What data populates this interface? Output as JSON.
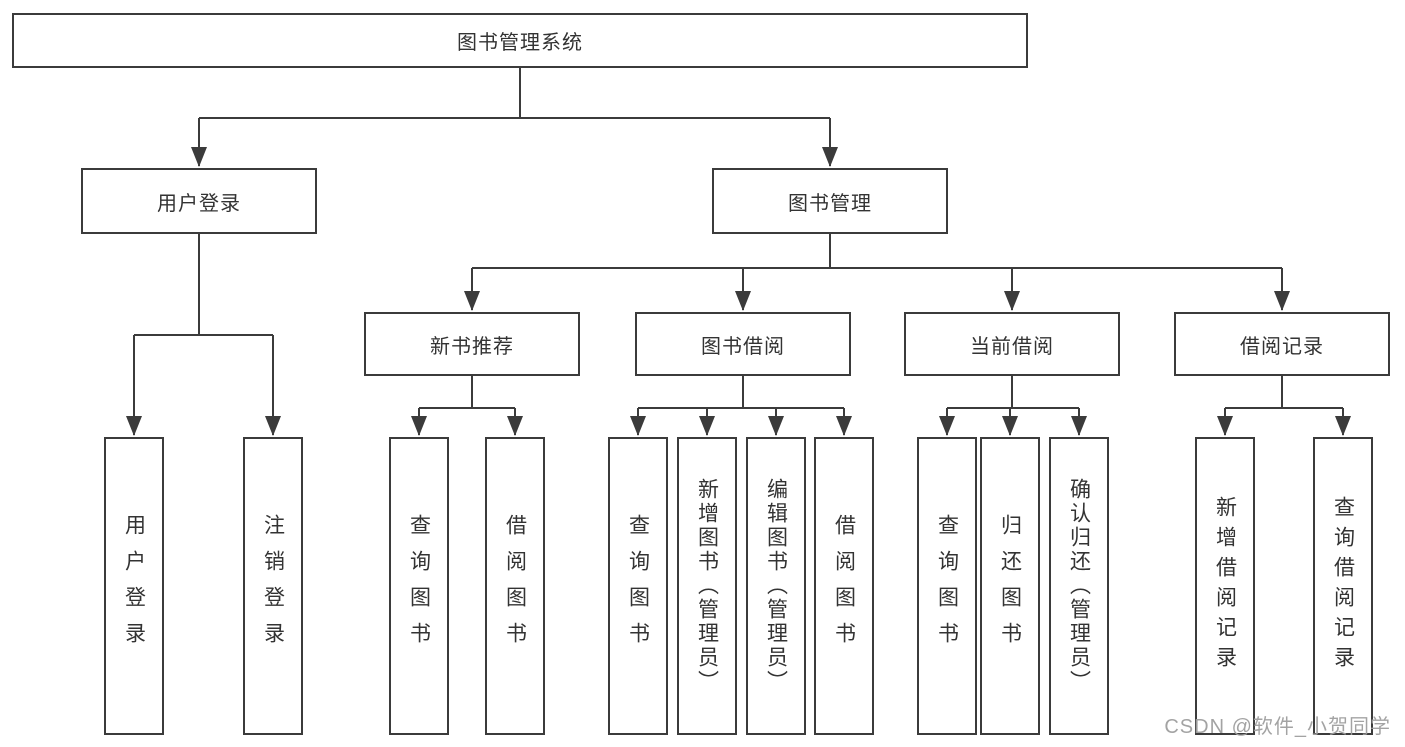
{
  "diagram": {
    "root": {
      "label": "图书管理系统"
    },
    "level2": [
      {
        "label": "用户登录"
      },
      {
        "label": "图书管理"
      }
    ],
    "level3": [
      {
        "label": "新书推荐"
      },
      {
        "label": "图书借阅"
      },
      {
        "label": "当前借阅"
      },
      {
        "label": "借阅记录"
      }
    ],
    "leaves": [
      {
        "label": "用户登录"
      },
      {
        "label": "注销登录"
      },
      {
        "label": "查询图书"
      },
      {
        "label": "借阅图书"
      },
      {
        "label": "查询图书"
      },
      {
        "label": "新增图书（管理员）"
      },
      {
        "label": "编辑图书（管理员）"
      },
      {
        "label": "借阅图书"
      },
      {
        "label": "查询图书"
      },
      {
        "label": "归还图书"
      },
      {
        "label": "确认归还（管理员）"
      },
      {
        "label": "新增借阅记录"
      },
      {
        "label": "查询借阅记录"
      }
    ]
  },
  "watermark": {
    "text": "CSDN @软件_小贺同学"
  },
  "colors": {
    "line": "#3b3b3b",
    "text": "#333333",
    "box_background": "#ffffff",
    "watermark": "#9f9f9f"
  }
}
